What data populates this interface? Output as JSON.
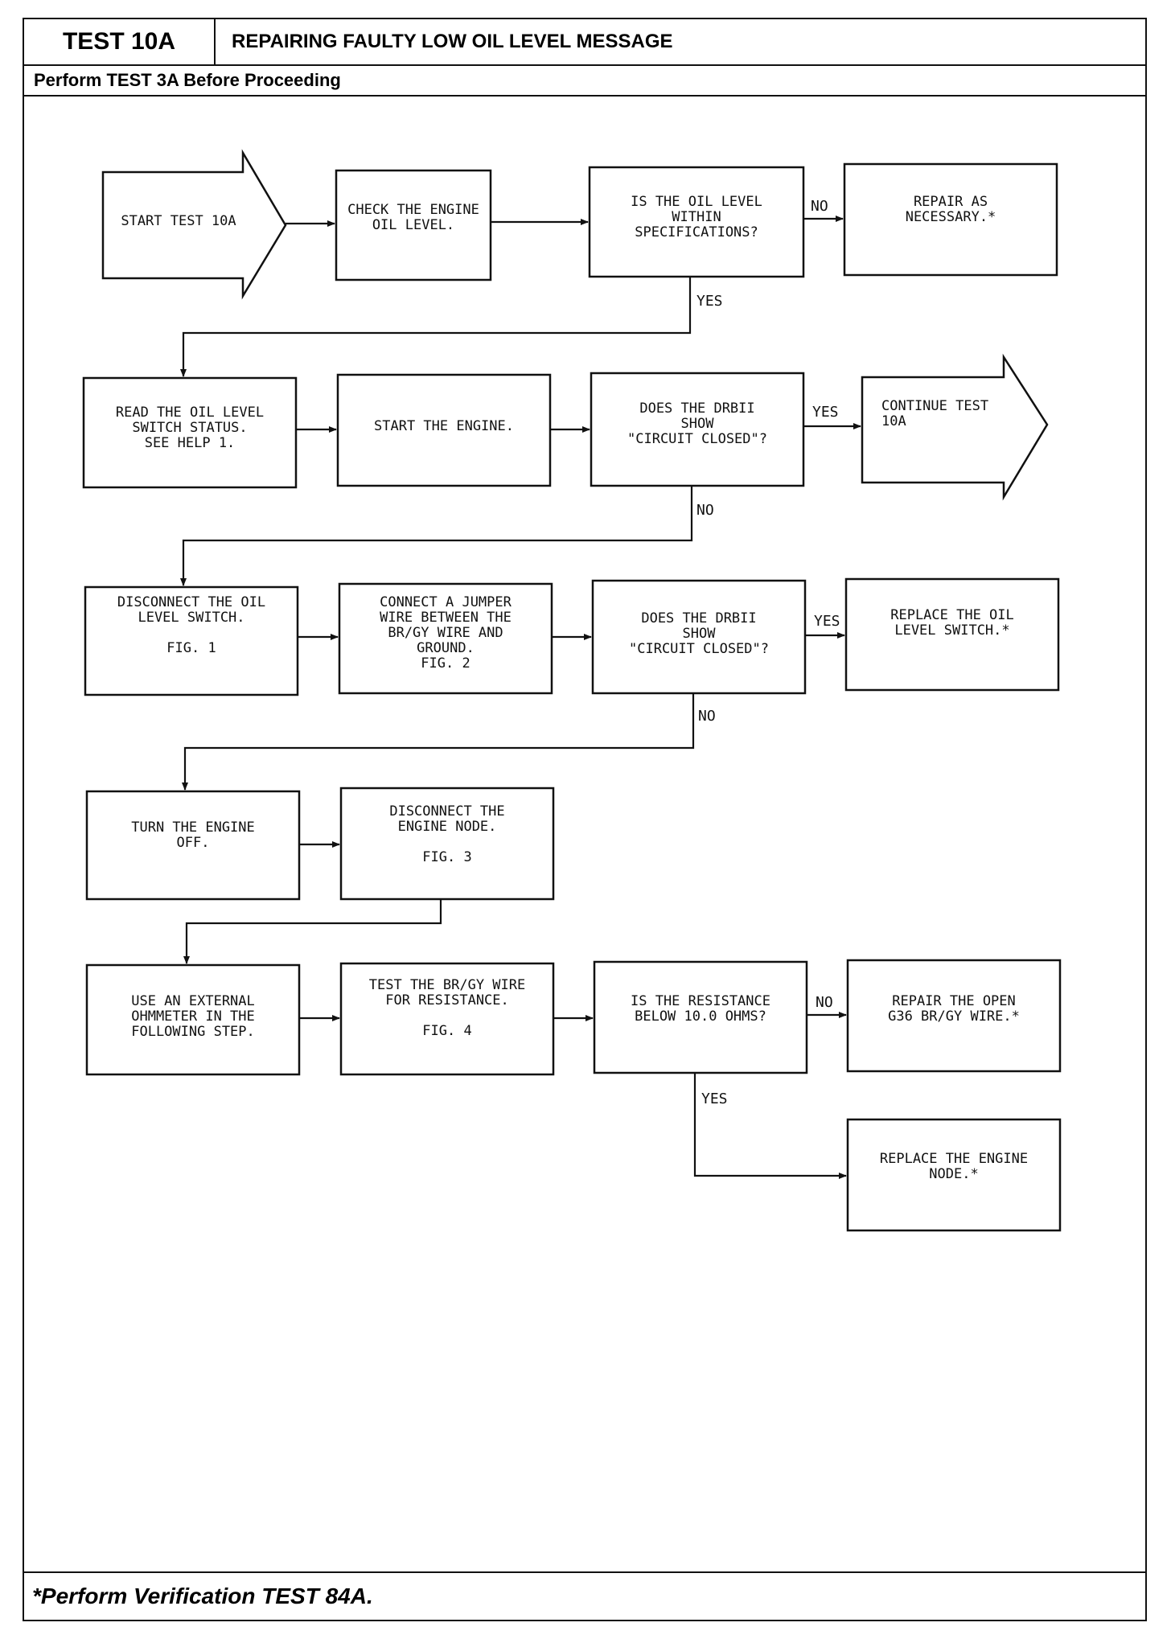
{
  "header": {
    "test_id": "TEST 10A",
    "title": "REPAIRING FAULTY LOW OIL LEVEL MESSAGE",
    "prerequisite": "Perform TEST 3A Before Proceeding"
  },
  "footer": {
    "note": "*Perform Verification TEST 84A."
  },
  "nodes": {
    "start": [
      "START TEST 10A"
    ],
    "check_oil": [
      "CHECK THE ENGINE",
      "OIL LEVEL."
    ],
    "oil_within_spec": [
      "IS THE OIL LEVEL",
      "WITHIN",
      "SPECIFICATIONS?"
    ],
    "repair_necessary": [
      "REPAIR AS",
      "NECESSARY.*"
    ],
    "read_switch": [
      "READ THE OIL LEVEL",
      "SWITCH STATUS.",
      "SEE HELP 1."
    ],
    "start_engine": [
      "START THE ENGINE."
    ],
    "drb_closed_1": [
      "DOES THE DRBII",
      "SHOW",
      "\"CIRCUIT CLOSED\"?"
    ],
    "continue": [
      "CONTINUE TEST",
      "10A"
    ],
    "disconnect_switch": [
      "DISCONNECT THE OIL",
      "LEVEL SWITCH.",
      "",
      "FIG. 1"
    ],
    "connect_jumper": [
      "CONNECT A JUMPER",
      "WIRE BETWEEN THE",
      "BR/GY WIRE AND",
      "GROUND.",
      "FIG. 2"
    ],
    "drb_closed_2": [
      "DOES THE DRBII",
      "SHOW",
      "\"CIRCUIT CLOSED\"?"
    ],
    "replace_switch": [
      "REPLACE THE OIL",
      "LEVEL SWITCH.*"
    ],
    "engine_off": [
      "TURN THE ENGINE",
      "OFF."
    ],
    "disconnect_node": [
      "DISCONNECT THE",
      "ENGINE NODE.",
      "",
      "FIG. 3"
    ],
    "use_ohmmeter": [
      "USE AN EXTERNAL",
      "OHMMETER IN THE",
      "FOLLOWING STEP."
    ],
    "test_wire": [
      "TEST THE BR/GY WIRE",
      "FOR RESISTANCE.",
      "",
      "FIG. 4"
    ],
    "resistance_check": [
      "IS THE RESISTANCE",
      "BELOW 10.0 OHMS?"
    ],
    "repair_open_wire": [
      "REPAIR THE OPEN",
      "G36 BR/GY WIRE.*"
    ],
    "replace_node": [
      "REPLACE THE ENGINE",
      "NODE.*"
    ]
  },
  "edge_labels": {
    "oil_no": "NO",
    "oil_yes": "YES",
    "drb1_yes": "YES",
    "drb1_no": "NO",
    "drb2_yes": "YES",
    "drb2_no": "NO",
    "res_no": "NO",
    "res_yes": "YES"
  }
}
